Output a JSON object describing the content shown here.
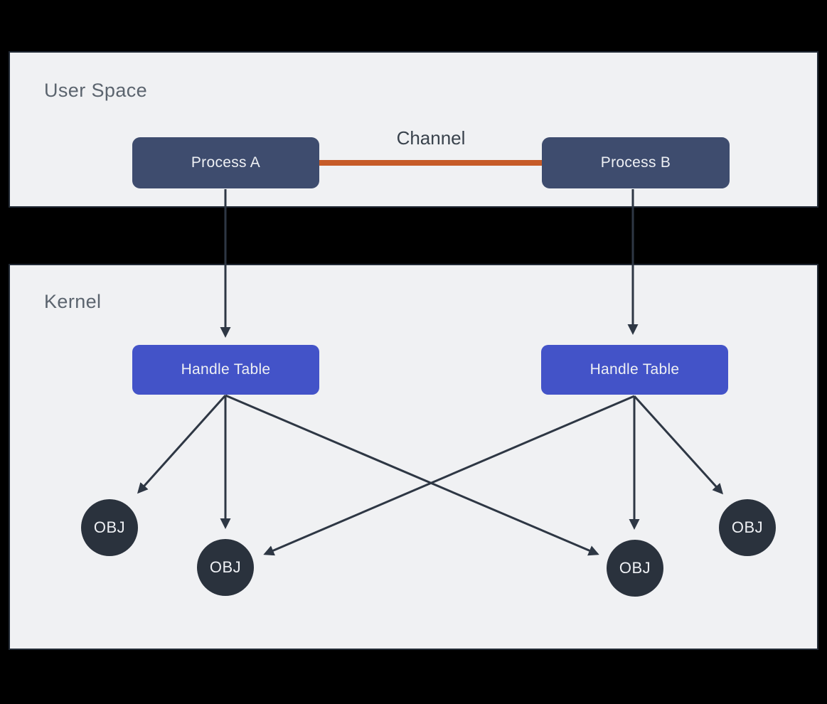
{
  "diagram": {
    "user_space": {
      "label": "User Space",
      "process_a_label": "Process A",
      "process_b_label": "Process B",
      "channel_label": "Channel"
    },
    "kernel": {
      "label": "Kernel",
      "handle_table_a_label": "Handle Table",
      "handle_table_b_label": "Handle Table",
      "objects": [
        "OBJ",
        "OBJ",
        "OBJ",
        "OBJ"
      ]
    },
    "edges": [
      "process-a -> handle-table-a",
      "process-b -> handle-table-b",
      "handle-table-a -> obj-1",
      "handle-table-a -> obj-2",
      "handle-table-a -> obj-3",
      "handle-table-b -> obj-2",
      "handle-table-b -> obj-3",
      "handle-table-b -> obj-4",
      "process-a <-> process-b (channel)"
    ],
    "colors": {
      "background": "#000000",
      "panel_fill": "#f0f1f3",
      "panel_border": "#222a35",
      "panel_label_text": "#5b646e",
      "channel_label_text": "#39424c",
      "process_box": "#3e4c6e",
      "handle_table_box": "#4353c8",
      "object_circle": "#2a323d",
      "box_text": "#eef0f4",
      "channel_line": "#c65b28",
      "arrow": "#2e3744"
    }
  }
}
